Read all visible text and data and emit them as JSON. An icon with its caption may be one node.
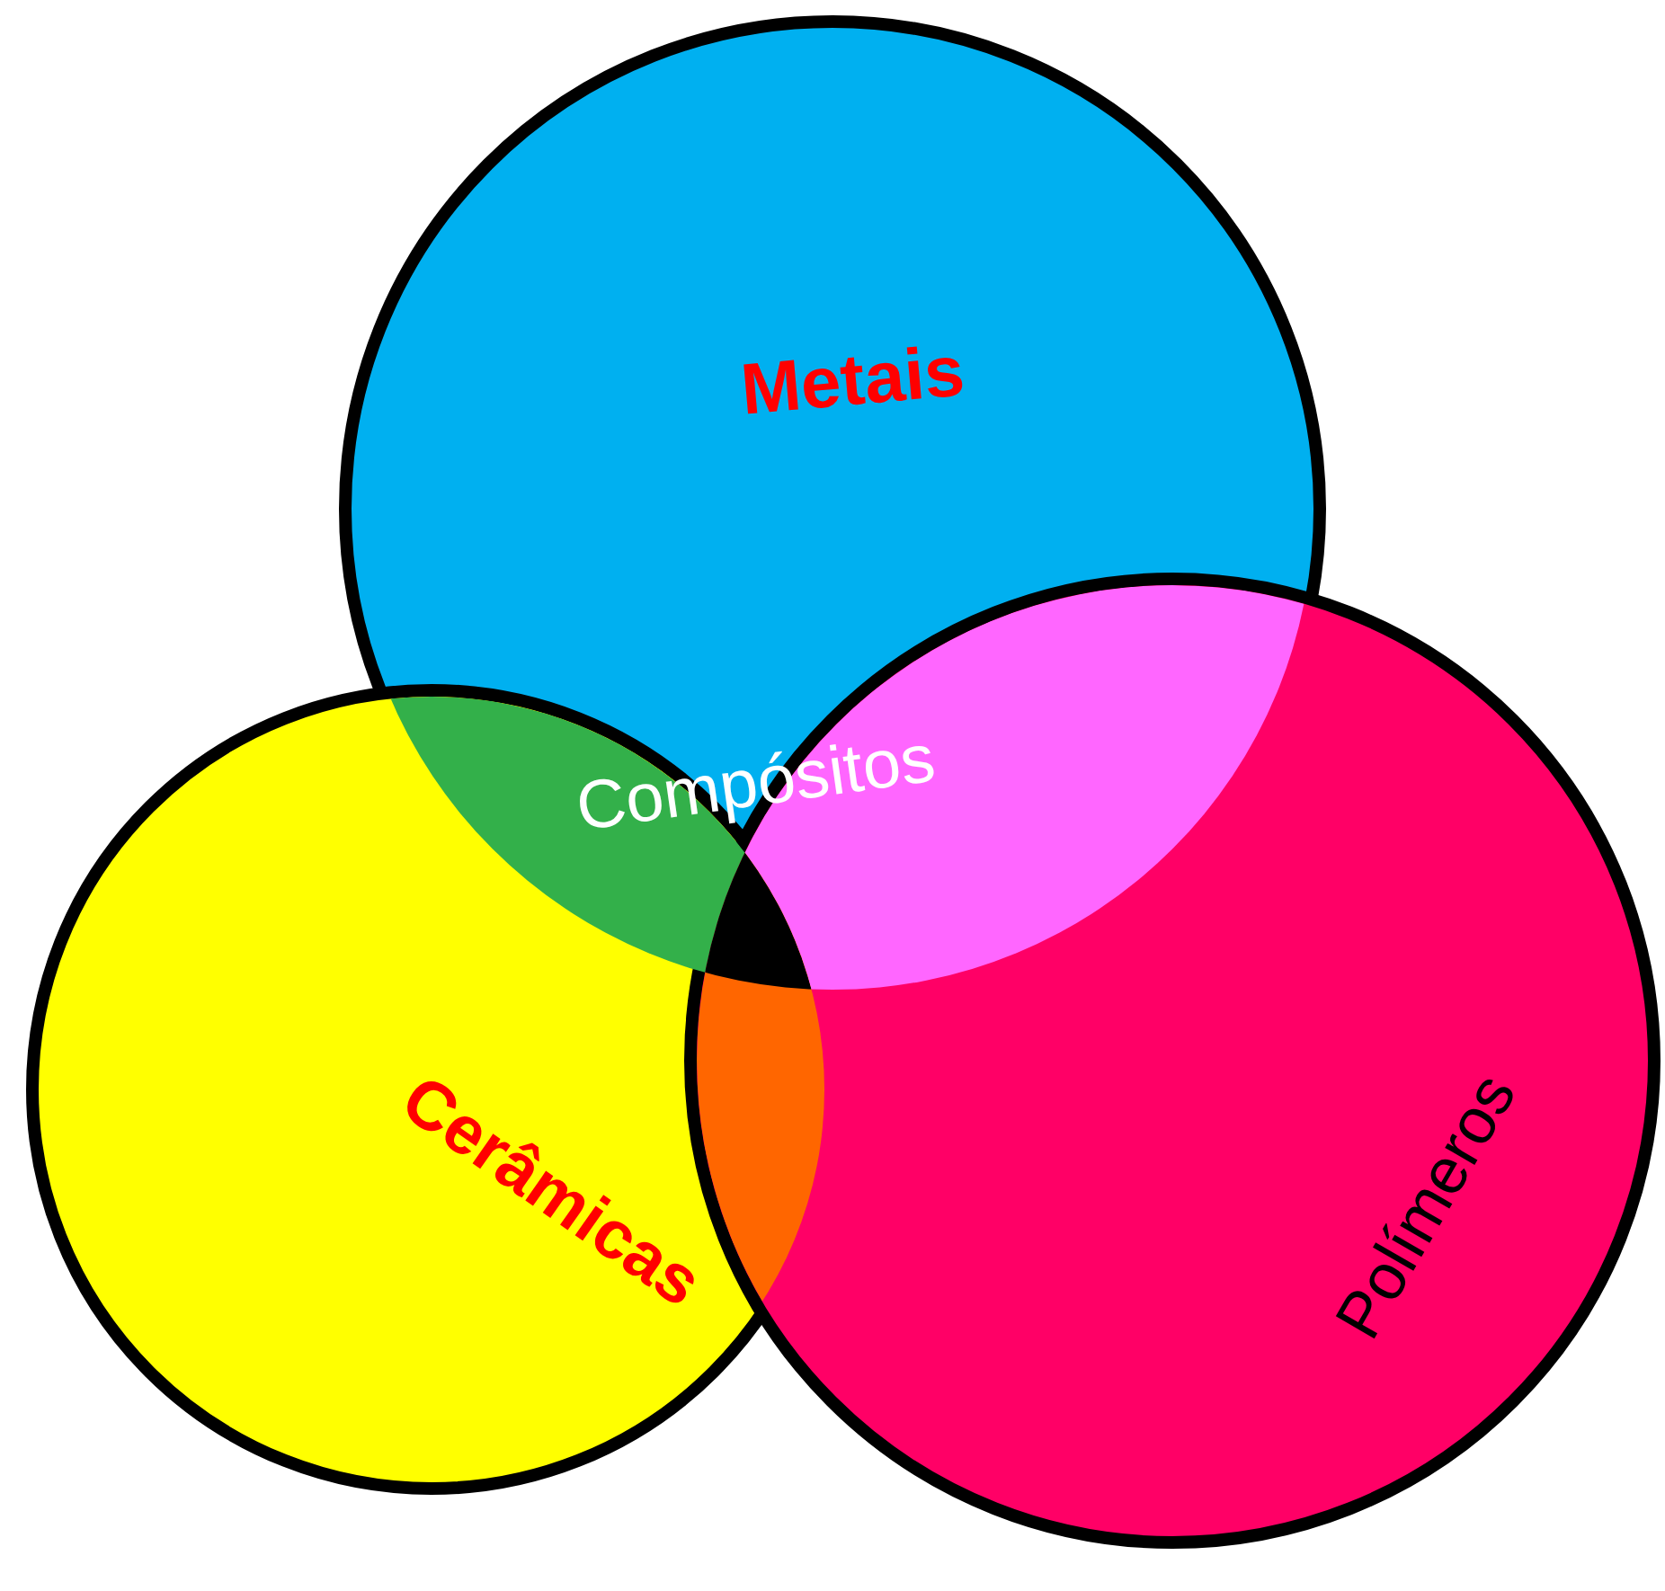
{
  "diagram": {
    "nodes": [
      {
        "text": [
          "Metais"
        ]
      },
      {
        "text": [
          "Cerâmicas"
        ]
      },
      {
        "text": [
          "Polímeros"
        ]
      }
    ],
    "edges": [],
    "labels": [
      "Compósitos"
    ]
  }
}
